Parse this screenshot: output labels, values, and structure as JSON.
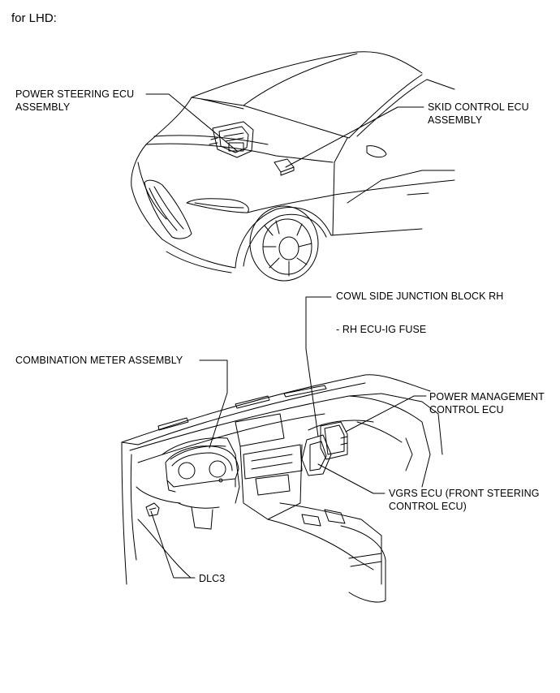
{
  "heading": "for LHD:",
  "labels": {
    "power_steering_ecu": [
      "POWER STEERING ECU",
      "ASSEMBLY"
    ],
    "skid_control_ecu": [
      "SKID CONTROL ECU",
      "ASSEMBLY"
    ],
    "cowl_side_junction_block": [
      "COWL SIDE JUNCTION BLOCK RH"
    ],
    "rh_ecu_ig_fuse": [
      "- RH ECU-IG FUSE"
    ],
    "combination_meter": [
      "COMBINATION METER ASSEMBLY"
    ],
    "power_management_ecu": [
      "POWER MANAGEMENT",
      "CONTROL ECU"
    ],
    "vgrs_ecu": [
      "VGRS ECU (FRONT STEERING",
      "CONTROL ECU)"
    ],
    "dlc3": [
      "DLC3"
    ]
  }
}
